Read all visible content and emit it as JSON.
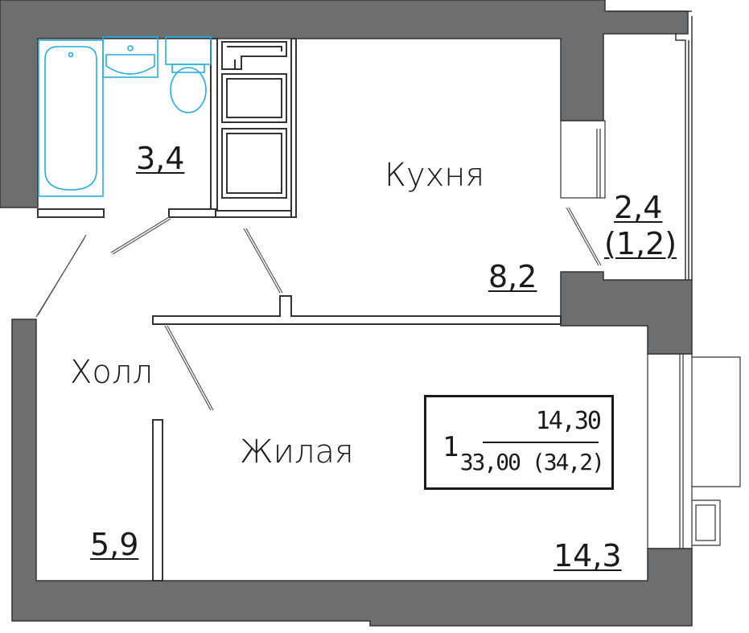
{
  "rooms": {
    "bathroom": {
      "area": "3,4"
    },
    "kitchen": {
      "name": "Кухня",
      "area": "8,2"
    },
    "balcony": {
      "area": "2,4",
      "area_reduced": "(1,2)"
    },
    "hall": {
      "name": "Холл",
      "area": "5,9"
    },
    "living": {
      "name": "Жилая",
      "area": "14,3"
    }
  },
  "summary": {
    "room_count": "1",
    "living_area": "14,30",
    "total_area": "33,00 (34,2)"
  },
  "colors": {
    "wall": "#6d6e70",
    "wall_outline": "#333333",
    "plumbing": "#29abe2",
    "line": "#333333"
  }
}
